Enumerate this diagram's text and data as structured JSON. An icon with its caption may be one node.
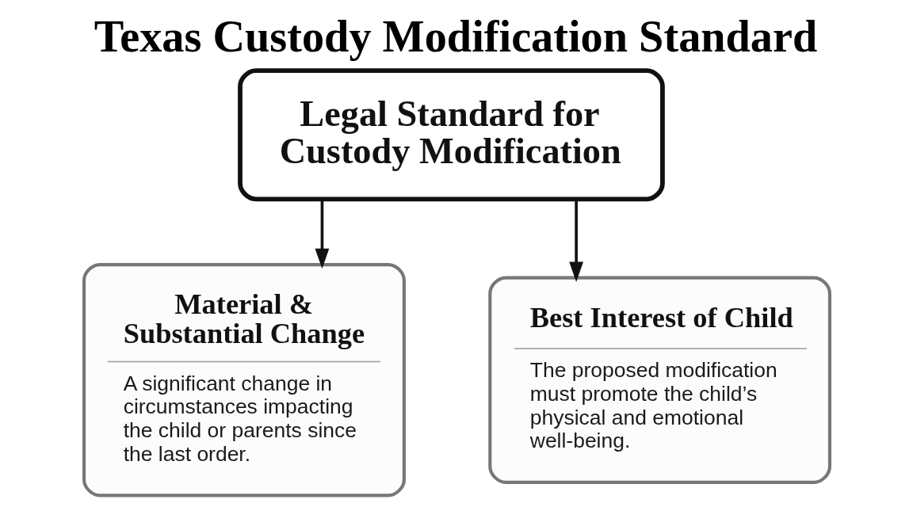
{
  "diagram": {
    "title": "Texas Custody Modification Standard",
    "nodes": [
      {
        "text": [
          "Legal Standard for Custody Modification"
        ]
      },
      {
        "text": [
          "Material & Substantial Change",
          "A significant change in circumstances impacting the child or parents since the last order."
        ]
      },
      {
        "text": [
          "Best Interest of Child",
          "The proposed modification must promote the child’s physical and emotional well-being."
        ]
      }
    ],
    "edges": [
      {
        "from": 0,
        "to": 1,
        "arrow": "to"
      },
      {
        "from": 0,
        "to": 2,
        "arrow": "to"
      }
    ]
  }
}
